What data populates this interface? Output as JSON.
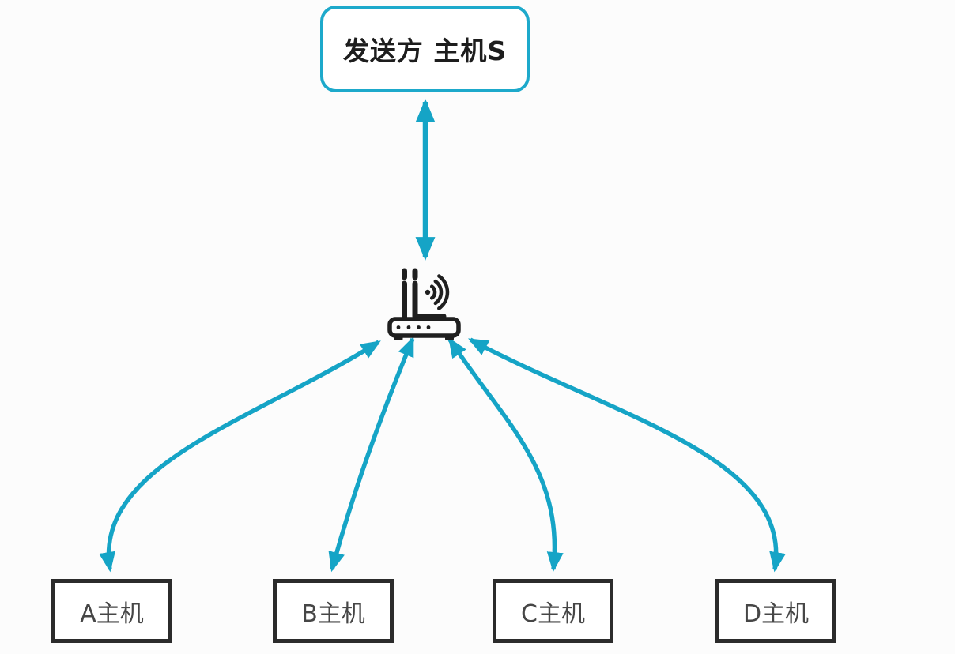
{
  "diagram": {
    "type": "network-topology",
    "sender": {
      "label": "发送方 主机S"
    },
    "router": {
      "icon": "wifi-router-icon"
    },
    "hosts": [
      {
        "id": "A",
        "label": "A主机"
      },
      {
        "id": "B",
        "label": "B主机"
      },
      {
        "id": "C",
        "label": "C主机"
      },
      {
        "id": "D",
        "label": "D主机"
      }
    ],
    "links": [
      {
        "from": "发送方 主机S",
        "to": "wifi-router",
        "bidirectional": true
      },
      {
        "from": "wifi-router",
        "to": "A主机",
        "bidirectional": true
      },
      {
        "from": "wifi-router",
        "to": "B主机",
        "bidirectional": true
      },
      {
        "from": "wifi-router",
        "to": "C主机",
        "bidirectional": true
      },
      {
        "from": "wifi-router",
        "to": "D主机",
        "bidirectional": true
      }
    ],
    "colors": {
      "arrow": "#15a4c6",
      "sender_border": "#1da9cb",
      "host_border": "#2b2b2b",
      "icon": "#1f1f1f",
      "text": "#1d1d1d",
      "host_text": "#464646",
      "background": "#fcfcfc"
    }
  }
}
